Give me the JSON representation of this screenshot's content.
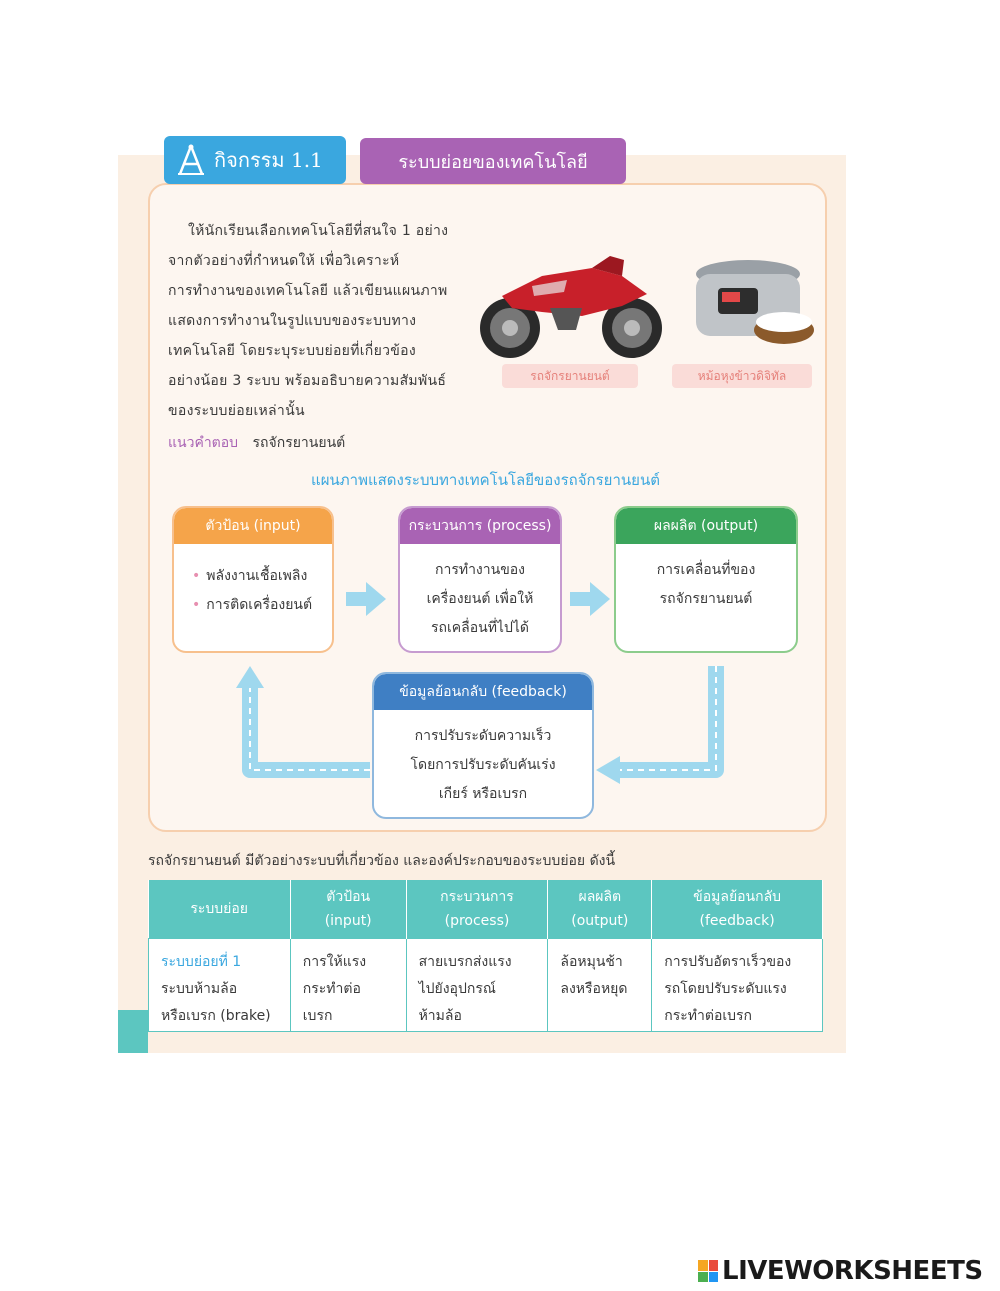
{
  "header": {
    "activity_label": "กิจกรรม 1.1",
    "title": "ระบบย่อยของเทคโนโลยี"
  },
  "instruction": {
    "lines": [
      "ให้นักเรียนเลือกเทคโนโลยีที่สนใจ 1 อย่าง",
      "จากตัวอย่างที่กำหนดให้  เพื่อวิเคราะห์",
      "การทำงานของเทคโนโลยี แล้วเขียนแผนภาพ",
      "แสดงการทำงานในรูปแบบของระบบทาง",
      "เทคโนโลยี  โดยระบุระบบย่อยที่เกี่ยวข้อง",
      "อย่างน้อย 3 ระบบ พร้อมอธิบายความสัมพันธ์",
      "ของระบบย่อยเหล่านั้น"
    ]
  },
  "images": {
    "caption_1": "รถจักรยานยนต์",
    "caption_2": "หม้อหุงข้าวดิจิทัล"
  },
  "answer": {
    "label": "แนวคำตอบ",
    "value": "รถจักรยานยนต์"
  },
  "diagram": {
    "title": "แผนภาพแสดงระบบทางเทคโนโลยีของรถจักรยานยนต์",
    "input": {
      "header": "ตัวป้อน (input)",
      "items": [
        "พลังงานเชื้อเพลิง",
        "การติดเครื่องยนต์"
      ]
    },
    "process": {
      "header": "กระบวนการ (process)",
      "lines": [
        "การทำงานของ",
        "เครื่องยนต์ เพื่อให้",
        "รถเคลื่อนที่ไปได้"
      ]
    },
    "output": {
      "header": "ผลผลิต (output)",
      "lines": [
        "การเคลื่อนที่ของ",
        "รถจักรยานยนต์"
      ]
    },
    "feedback": {
      "header": "ข้อมูลย้อนกลับ (feedback)",
      "lines": [
        "การปรับระดับความเร็ว",
        "โดยการปรับระดับคันเร่ง",
        "เกียร์  หรือเบรก"
      ]
    }
  },
  "table": {
    "intro": "รถจักรยานยนต์ มีตัวอย่างระบบที่เกี่ยวข้อง และองค์ประกอบของระบบย่อย ดังนี้",
    "headers": [
      [
        "ระบบย่อย"
      ],
      [
        "ตัวป้อน",
        "(input)"
      ],
      [
        "กระบวนการ",
        "(process)"
      ],
      [
        "ผลผลิต",
        "(output)"
      ],
      [
        "ข้อมูลย้อนกลับ",
        "(feedback)"
      ]
    ],
    "row": {
      "c0_highlight": "ระบบย่อยที่ 1",
      "c0": [
        "ระบบห้ามล้อ",
        "หรือเบรก (brake)"
      ],
      "c1": [
        "การให้แรง",
        "กระทำต่อ",
        "เบรก"
      ],
      "c2": [
        "สายเบรกส่งแรง",
        "ไปยังอุปกรณ์",
        "ห้ามล้อ"
      ],
      "c3": [
        "ล้อหมุนช้า",
        "ลงหรือหยุด"
      ],
      "c4": [
        "การปรับอัตราเร็วของ",
        "รถโดยปรับระดับแรง",
        "กระทำต่อเบรก"
      ]
    }
  },
  "logo": {
    "text": "LIVEWORKSHEETS"
  },
  "colors": {
    "blue": "#3aa7df",
    "purple": "#a963b4",
    "orange": "#f5a44a",
    "green": "#3ba55c",
    "teal": "#5cc6c0",
    "arrow": "#9fd8ee"
  }
}
